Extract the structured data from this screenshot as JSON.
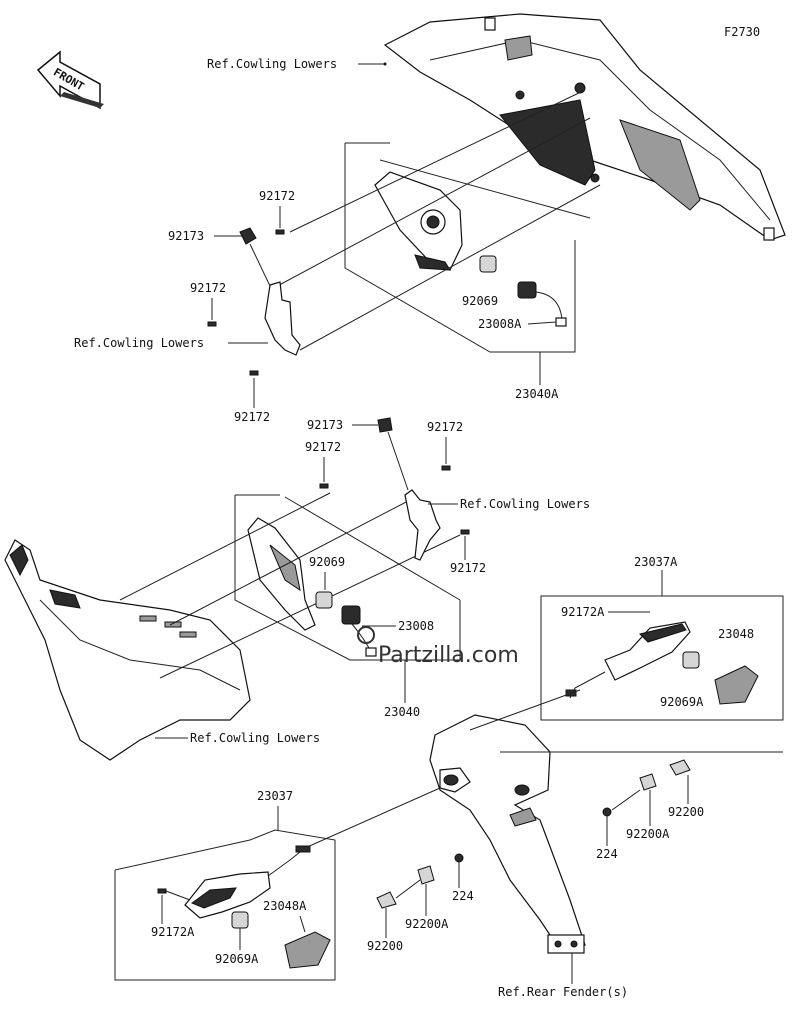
{
  "figure_code": "F2730",
  "front_label": "FRONT",
  "watermark": "Partzilla.com",
  "labels": {
    "ref_cowling_top": "Ref.Cowling Lowers",
    "p92172_a": "92172",
    "p92173_a": "92173",
    "p92172_b": "92172",
    "ref_cowling_left": "Ref.Cowling Lowers",
    "p92172_c": "92172",
    "p92069_a": "92069",
    "p23008A": "23008A",
    "p23040A": "23040A",
    "p92173_b": "92173",
    "p92172_d": "92172",
    "p92172_e": "92172",
    "ref_cowling_mid": "Ref.Cowling Lowers",
    "p92069_b": "92069",
    "p92172_f": "92172",
    "p23008": "23008",
    "p23040": "23040",
    "ref_cowling_bottom": "Ref.Cowling Lowers",
    "p23037A": "23037A",
    "p92172A_a": "92172A",
    "p23048": "23048",
    "p92069A_a": "92069A",
    "p92200_a": "92200",
    "p92200A_a": "92200A",
    "p224_a": "224",
    "p23037": "23037",
    "p224_b": "224",
    "p92200A_b": "92200A",
    "p92172A_b": "92172A",
    "p23048A": "23048A",
    "p92069A_b": "92069A",
    "p92200_b": "92200",
    "ref_rear_fender": "Ref.Rear Fender(s)"
  }
}
